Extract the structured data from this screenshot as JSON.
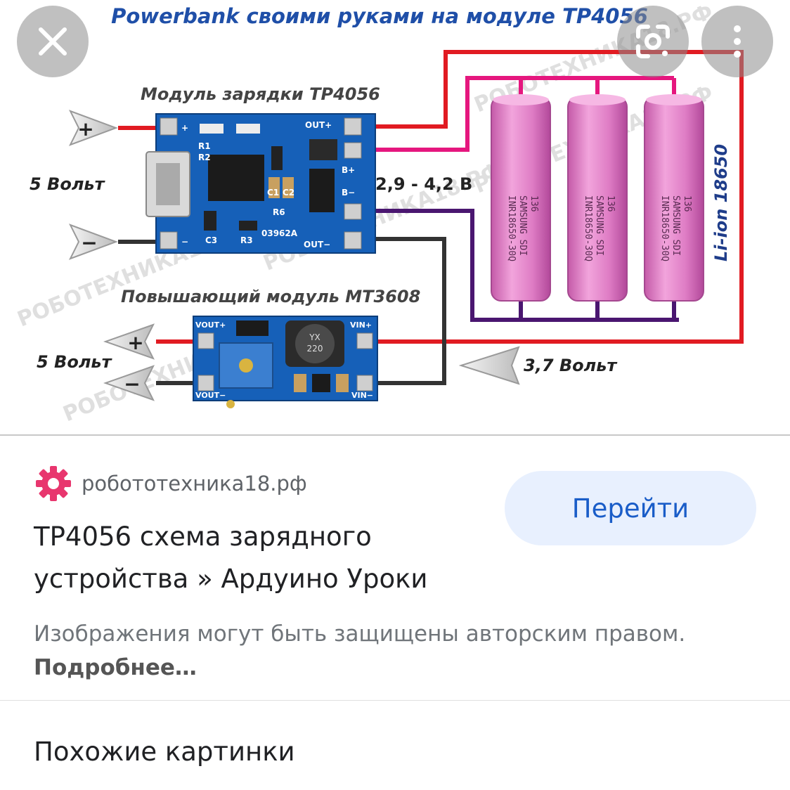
{
  "diagram": {
    "title": "Powerbank своими руками на модуле TP4056",
    "charger_label": "Модуль зарядки TP4056",
    "boost_label": "Повышающий модуль MT3608",
    "input_voltage": "5 Вольт",
    "output_voltage": "5 Вольт",
    "battery_range": "2,9 - 4,2 В",
    "battery_nominal": "3,7 Вольт",
    "battery_type": "Li-ion 18650",
    "cell_text_1": "INR18650-30Q",
    "cell_text_2": "SAMSUNG SDI",
    "cell_text_3": "136",
    "plus": "+",
    "minus": "−",
    "pin_out_plus": "OUT+",
    "pin_out_minus": "OUT−",
    "pin_b_plus": "B+",
    "pin_b_minus": "B−",
    "pin_vout_plus": "VOUT+",
    "pin_vout_minus": "VOUT−",
    "pin_vin_plus": "VIN+",
    "pin_vin_minus": "VIN−",
    "silk_r1": "R1",
    "silk_r2": "R2",
    "silk_r3": "R3",
    "silk_r6": "R6",
    "silk_c1": "C1",
    "silk_c2": "C2",
    "silk_c3": "C3",
    "silk_code": "03962A",
    "inductor_text_1": "YX",
    "inductor_text_2": "220",
    "watermark": "РОБОТЕХНИКА18.РФ",
    "colors": {
      "title_blue": "#1f4fa8",
      "wire_red": "#e11b22",
      "wire_pink": "#e5177e",
      "wire_purple": "#4a1670",
      "wire_black": "#333333",
      "pcb_blue": "#1660b8",
      "cell_pink": "#e07fc5"
    }
  },
  "overlay": {
    "close_icon": "close-icon",
    "lens_icon": "lens-icon",
    "more_icon": "more-vert-icon"
  },
  "result": {
    "site_name": "робототехника18.рф",
    "site_icon": "gear-icon",
    "title": "TP4056 схема зарядного устройства » Ардуино Уроки",
    "go_button": "Перейти",
    "copyright_text": "Изображения могут быть защищены авторским правом.",
    "learn_more": "Подробнее…",
    "accent": "#1a5dc8"
  },
  "similar": {
    "heading": "Похожие картинки"
  }
}
